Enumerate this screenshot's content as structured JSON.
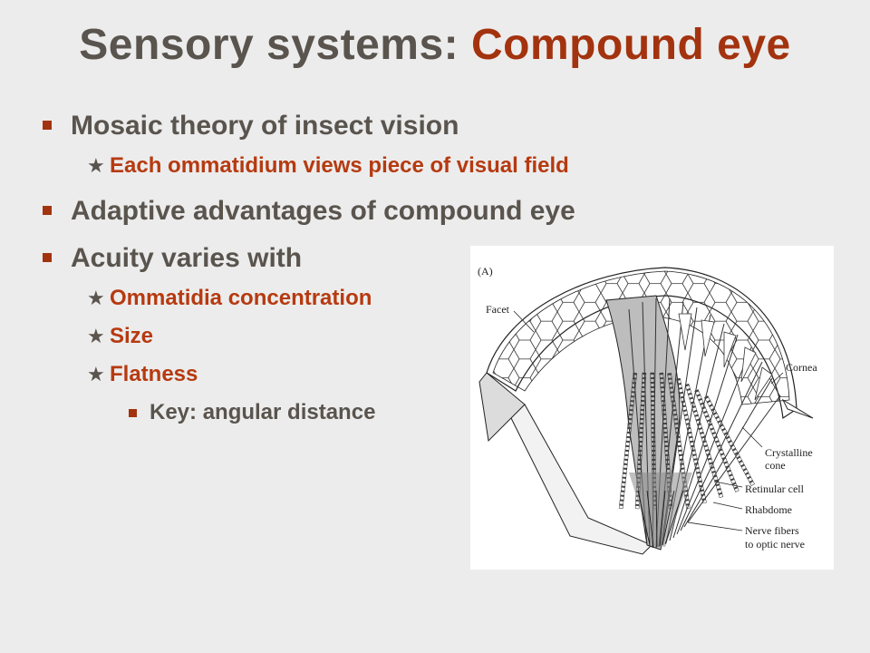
{
  "slide": {
    "title_main": "Sensory systems:",
    "title_accent": "Compound eye",
    "bullets": [
      {
        "text": "Mosaic theory of insect vision"
      },
      {
        "text": "Each ommatidium views piece of visual field"
      },
      {
        "text": "Adaptive advantages of compound eye"
      },
      {
        "text": "Acuity varies with"
      },
      {
        "text": "Ommatidia concentration"
      },
      {
        "text": "Size"
      },
      {
        "text": "Flatness"
      },
      {
        "text": "Key: angular distance"
      }
    ]
  },
  "figure": {
    "panel_label": "(A)",
    "labels": {
      "facet": "Facet",
      "cornea": "Cornea",
      "crystalline_1": "Crystalline",
      "crystalline_2": "cone",
      "retinular": "Retinular cell",
      "rhabdome": "Rhabdome",
      "nerve_1": "Nerve fibers",
      "nerve_2": "to optic nerve"
    }
  },
  "colors": {
    "background": "#ececec",
    "title_gray": "#5a544e",
    "accent_red": "#a3330f",
    "sub_bullet_orange": "#b63a10"
  }
}
